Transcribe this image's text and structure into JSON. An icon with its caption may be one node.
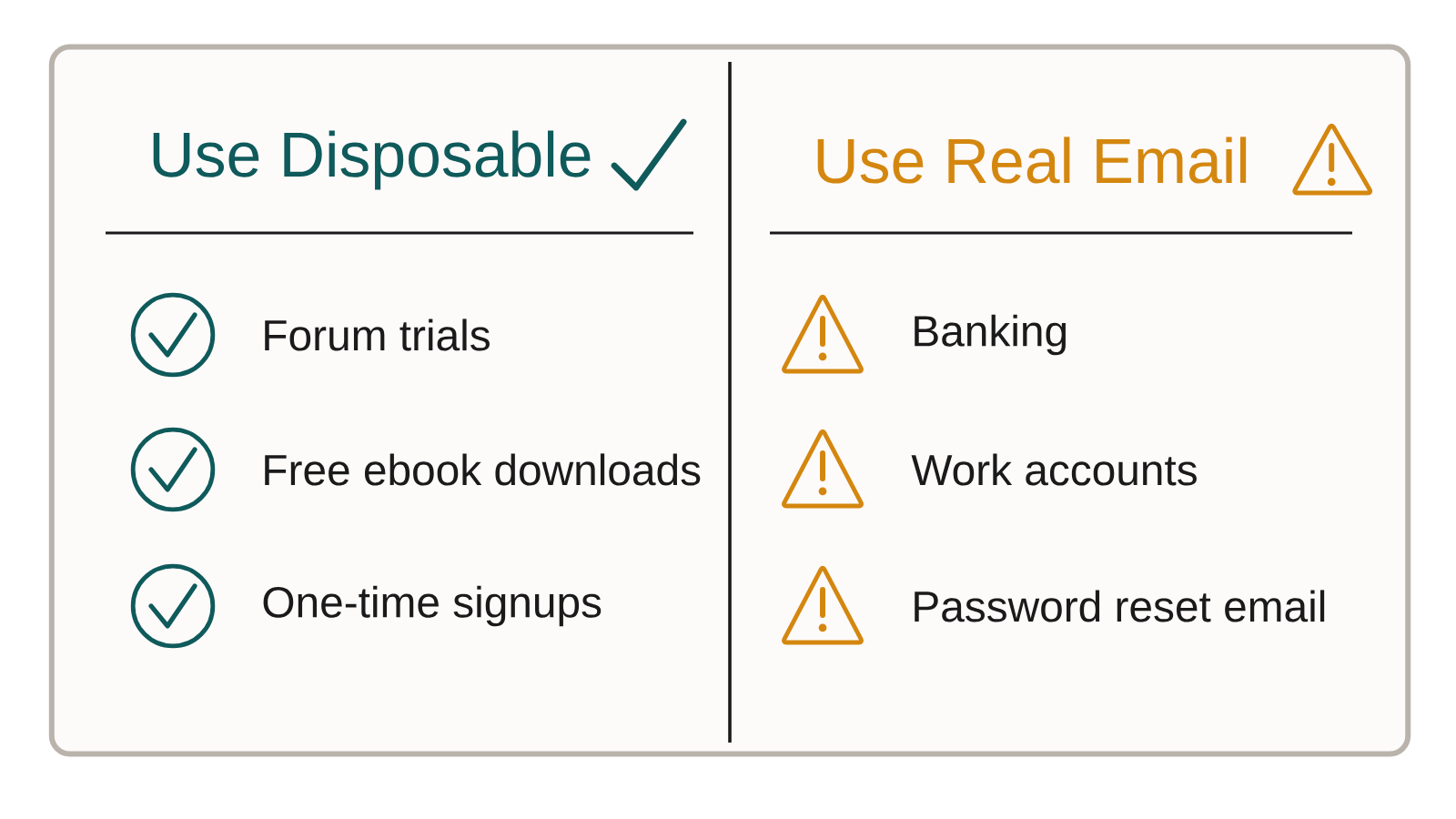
{
  "diagram": {
    "nodes": [
      {
        "text": [
          "Use Disposable",
          "Forum trials",
          "Free ebook downloads",
          "One-time signups",
          "Use Real Email",
          "Banking",
          "Work accounts",
          "Password reset email"
        ]
      }
    ]
  }
}
